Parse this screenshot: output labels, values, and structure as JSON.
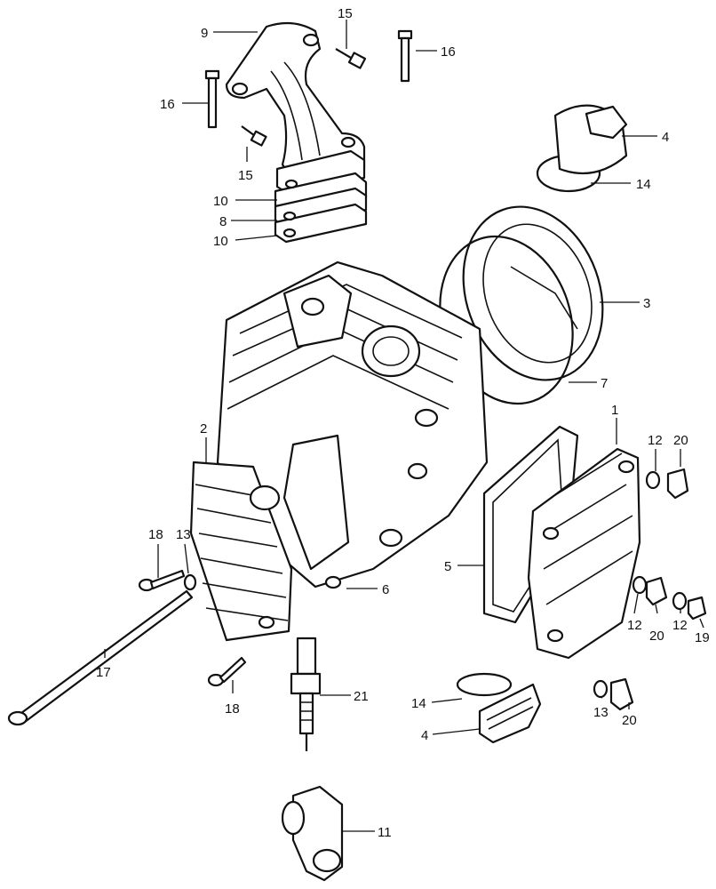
{
  "diagram": {
    "callouts": [
      {
        "id": "c9",
        "text": "9"
      },
      {
        "id": "c15a",
        "text": "15"
      },
      {
        "id": "c16a",
        "text": "16"
      },
      {
        "id": "c16b",
        "text": "16"
      },
      {
        "id": "c15b",
        "text": "15"
      },
      {
        "id": "c10a",
        "text": "10"
      },
      {
        "id": "c8",
        "text": "8"
      },
      {
        "id": "c10b",
        "text": "10"
      },
      {
        "id": "c4a",
        "text": "4"
      },
      {
        "id": "c14a",
        "text": "14"
      },
      {
        "id": "c3",
        "text": "3"
      },
      {
        "id": "c7",
        "text": "7"
      },
      {
        "id": "c1",
        "text": "1"
      },
      {
        "id": "c12a",
        "text": "12"
      },
      {
        "id": "c20a",
        "text": "20"
      },
      {
        "id": "c2",
        "text": "2"
      },
      {
        "id": "c5",
        "text": "5"
      },
      {
        "id": "c6",
        "text": "6"
      },
      {
        "id": "c18a",
        "text": "18"
      },
      {
        "id": "c13a",
        "text": "13"
      },
      {
        "id": "c12b",
        "text": "12"
      },
      {
        "id": "c20b",
        "text": "20"
      },
      {
        "id": "c12c",
        "text": "12"
      },
      {
        "id": "c19",
        "text": "19"
      },
      {
        "id": "c17",
        "text": "17"
      },
      {
        "id": "c18b",
        "text": "18"
      },
      {
        "id": "c21",
        "text": "21"
      },
      {
        "id": "c14b",
        "text": "14"
      },
      {
        "id": "c4b",
        "text": "4"
      },
      {
        "id": "c13b",
        "text": "13"
      },
      {
        "id": "c20c",
        "text": "20"
      },
      {
        "id": "c11",
        "text": "11"
      }
    ]
  }
}
